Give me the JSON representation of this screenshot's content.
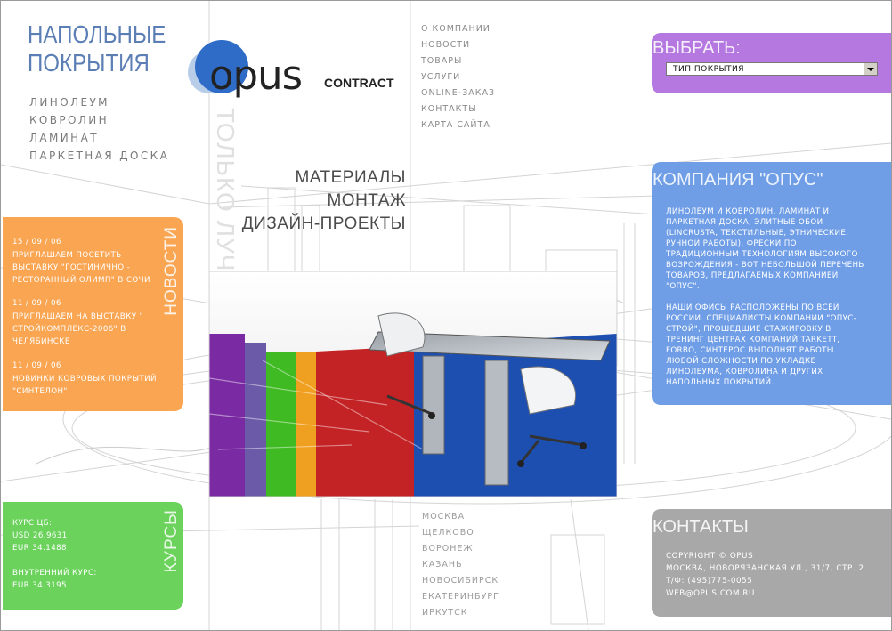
{
  "brand": {
    "title_line1": "НАПОЛЬНЫЕ",
    "title_line2": "ПОКРЫТИЯ"
  },
  "categories": [
    "ЛИНОЛЕУМ",
    "КОВРОЛИН",
    "ЛАМИНАТ",
    "ПАРКЕТНАЯ ДОСКА"
  ],
  "logo": {
    "word": "opus",
    "sub": "CONTRACT"
  },
  "slogan_vertical": "ТОЛЬКО ЛУЧШИЕ",
  "nav": [
    "О КОМПАНИИ",
    "НОВОСТИ",
    "ТОВАРЫ",
    "УСЛУГИ",
    "ONLINE-ЗАКАЗ",
    "КОНТАКТЫ",
    "КАРТА САЙТА"
  ],
  "services": [
    "МАТЕРИАЛЫ",
    "МОНТАЖ",
    "ДИЗАЙН-ПРОЕКТЫ"
  ],
  "news": {
    "heading": "НОВОСТИ",
    "items": [
      {
        "date": "15 / 09 / 06",
        "text": "ПРИГЛАШАЕМ ПОСЕТИТЬ ВЫСТАВКУ \"ГОСТИНИЧНО - РЕСТОРАННЫЙ ОЛИМП\" В СОЧИ"
      },
      {
        "date": "11 / 09 / 06",
        "text": "ПРИГЛАШАЕМ НА ВЫСТАВКУ \" СТРОЙКОМПЛЕКС-2006\" В ЧЕЛЯБИНСКЕ"
      },
      {
        "date": "11 / 09 / 06",
        "text": "НОВИНКИ КОВРОВЫХ ПОКРЫТИЙ \"СИНТЕЛОН\""
      }
    ]
  },
  "rates": {
    "heading": "КУРСЫ",
    "cb_label": "КУРС ЦБ:",
    "usd": "USD  26.9631",
    "eur": "EUR  34.1488",
    "internal_label": "ВНУТРЕННИЙ КУРС:",
    "internal_eur": "EUR  34.3195"
  },
  "choose": {
    "heading": "ВЫБРАТЬ:",
    "select_value": "ТИП ПОКРЫТИЯ"
  },
  "company": {
    "heading": "КОМПАНИЯ \"ОПУС\"",
    "para1": "ЛИНОЛЕУМ И КОВРОЛИН, ЛАМИНАТ И ПАРКЕТНАЯ ДОСКА, ЭЛИТНЫЕ ОБОИ (LINCRUSTA, ТЕКСТИЛЬНЫЕ, ЭТНИЧЕСКИЕ, РУЧНОЙ РАБОТЫ), ФРЕСКИ ПО ТРАДИЦИОННЫМ ТЕХНОЛОГИЯМ ВЫСОКОГО ВОЗРОЖДЕНИЯ - ВОТ НЕБОЛЬШОЙ ПЕРЕЧЕНЬ ТОВАРОВ, ПРЕДЛАГАЕМЫХ КОМПАНИЕЙ \"ОПУС\".",
    "para2": "НАШИ ОФИСЫ РАСПОЛОЖЕНЫ ПО ВСЕЙ РОССИИ. СПЕЦИАЛИСТЫ КОМПАНИИ \"ОПУС-СТРОЙ\", ПРОШЕДШИЕ СТАЖИРОВКУ В ТРЕНИНГ ЦЕНТРАХ КОМПАНИЙ TARKETT, FORBO, СИНТЕРОС ВЫПОЛНЯТ РАБОТЫ ЛЮБОЙ СЛОЖНОСТИ ПО УКЛАДКЕ ЛИНОЛЕУМА, КОВРОЛИНА И ДРУГИХ НАПОЛЬНЫХ ПОКРЫТИЙ."
  },
  "cities": [
    "МОСКВА",
    "ЩЕЛКОВО",
    "ВОРОНЕЖ",
    "КАЗАНЬ",
    "НОВОСИБИРСК",
    "ЕКАТЕРИНБУРГ",
    "ИРКУТСК"
  ],
  "contacts": {
    "heading": "КОНТАКТЫ",
    "copyright": "COPYRIGHT © OPUS",
    "address": "МОСКВА, НОВОРЯЗАНСКАЯ УЛ., 31/7, СТР. 2",
    "phone": "Т/Ф: (495)775-0055",
    "email": "WEB@OPUS.COM.RU"
  },
  "colors": {
    "news_panel": "#f9a552",
    "rates_panel": "#6bd25c",
    "choose_panel": "#b478e0",
    "company_panel": "#6f9ee6",
    "contacts_panel": "#a8a8a8",
    "brand_blue": "#5b7fb5"
  }
}
